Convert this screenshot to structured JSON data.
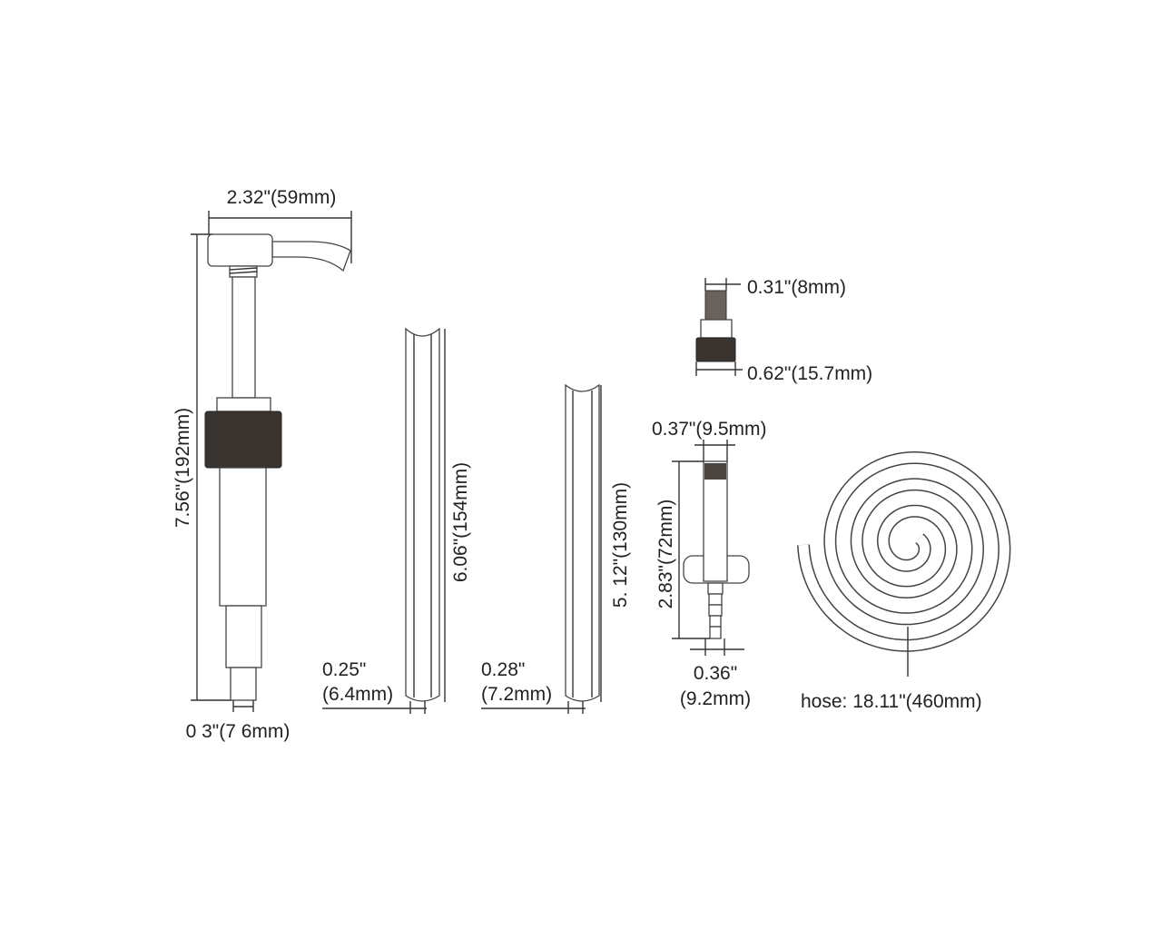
{
  "pump": {
    "width_label": "2.32\"(59mm)",
    "height_label": "7.56\"(192mm)",
    "tip_label": "0 3\"(7 6mm)"
  },
  "tube_long": {
    "length_label": "6.06\"(154mm)",
    "dia_inch": "0.25\"",
    "dia_mm": "(6.4mm)"
  },
  "tube_short": {
    "length_label": "5. 12\"(130mm)",
    "dia_inch": "0.28\"",
    "dia_mm": "(7.2mm)"
  },
  "connector": {
    "thread_label": "0.31\"(8mm)",
    "base_label": "0.62\"(15.7mm)"
  },
  "fitting": {
    "top_label": "0.37\"(9.5mm)",
    "length_label": "2.83\"(72mm)",
    "dia_inch": "0.36\"",
    "dia_mm": "(9.2mm)"
  },
  "hose": {
    "label": "hose: 18.11\"(460mm)"
  },
  "colors": {
    "line": "#333333",
    "cap": "#3a3430"
  }
}
